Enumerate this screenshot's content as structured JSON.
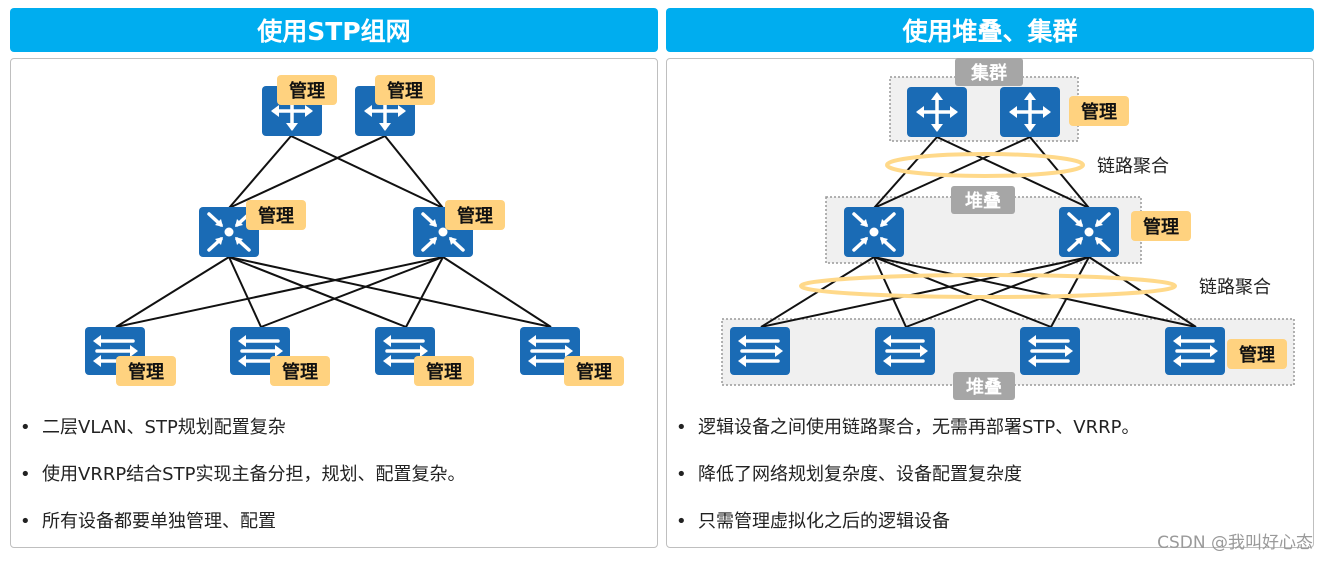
{
  "left": {
    "title": "使用STP组网",
    "bullets": [
      "二层VLAN、STP规划配置复杂",
      "使用VRRP结合STP实现主备分担，规划、配置复杂。",
      "所有设备都要单独管理、配置"
    ]
  },
  "right": {
    "title": "使用堆叠、集群",
    "bullets": [
      "逻辑设备之间使用链路聚合，无需再部署STP、VRRP。",
      "降低了网络规划复杂度、设备配置复杂度",
      "只需管理虚拟化之后的逻辑设备"
    ],
    "cluster_label": "集群",
    "stack_label_top": "堆叠",
    "stack_label_bottom": "堆叠",
    "link_agg_label_1": "链路聚合",
    "link_agg_label_2": "链路聚合"
  },
  "mgmt_label": "管理",
  "watermark": "CSDN @我叫好心态",
  "colors": {
    "header_bg": "#00adef",
    "device_blue": "#1a6bb5",
    "mgmt_tag": "#ffd27f",
    "group_tag": "#a6a6a6",
    "link_agg_ring": "#ffd98a"
  },
  "icons": {
    "core": "router-icon",
    "aggregation": "l3-switch-icon",
    "access": "l2-switch-icon"
  }
}
